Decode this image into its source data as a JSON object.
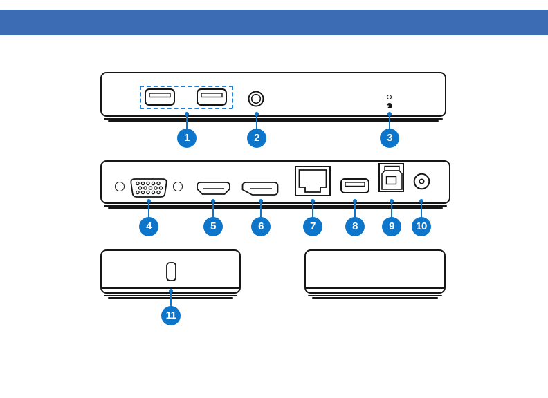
{
  "banner": {
    "color": "#3b6cb4"
  },
  "palette": {
    "outline": "#161616",
    "callout_blue": "#0d76cb",
    "dashed_box_blue": "#1e80d2",
    "banner_blue": "#3b6cb4"
  },
  "callouts": [
    {
      "label": "1",
      "icon": "usb-a-front-ports-icon"
    },
    {
      "label": "2",
      "icon": "audio-jack-icon"
    },
    {
      "label": "3",
      "icon": "status-led-icon"
    },
    {
      "label": "4",
      "icon": "vga-port-icon"
    },
    {
      "label": "5",
      "icon": "hdmi-port-icon"
    },
    {
      "label": "6",
      "icon": "displayport-icon"
    },
    {
      "label": "7",
      "icon": "ethernet-rj45-port-icon"
    },
    {
      "label": "8",
      "icon": "usb-a-port-icon"
    },
    {
      "label": "9",
      "icon": "usb-b-port-icon"
    },
    {
      "label": "10",
      "icon": "power-jack-icon"
    },
    {
      "label": "11",
      "icon": "security-lock-slot-icon"
    }
  ]
}
